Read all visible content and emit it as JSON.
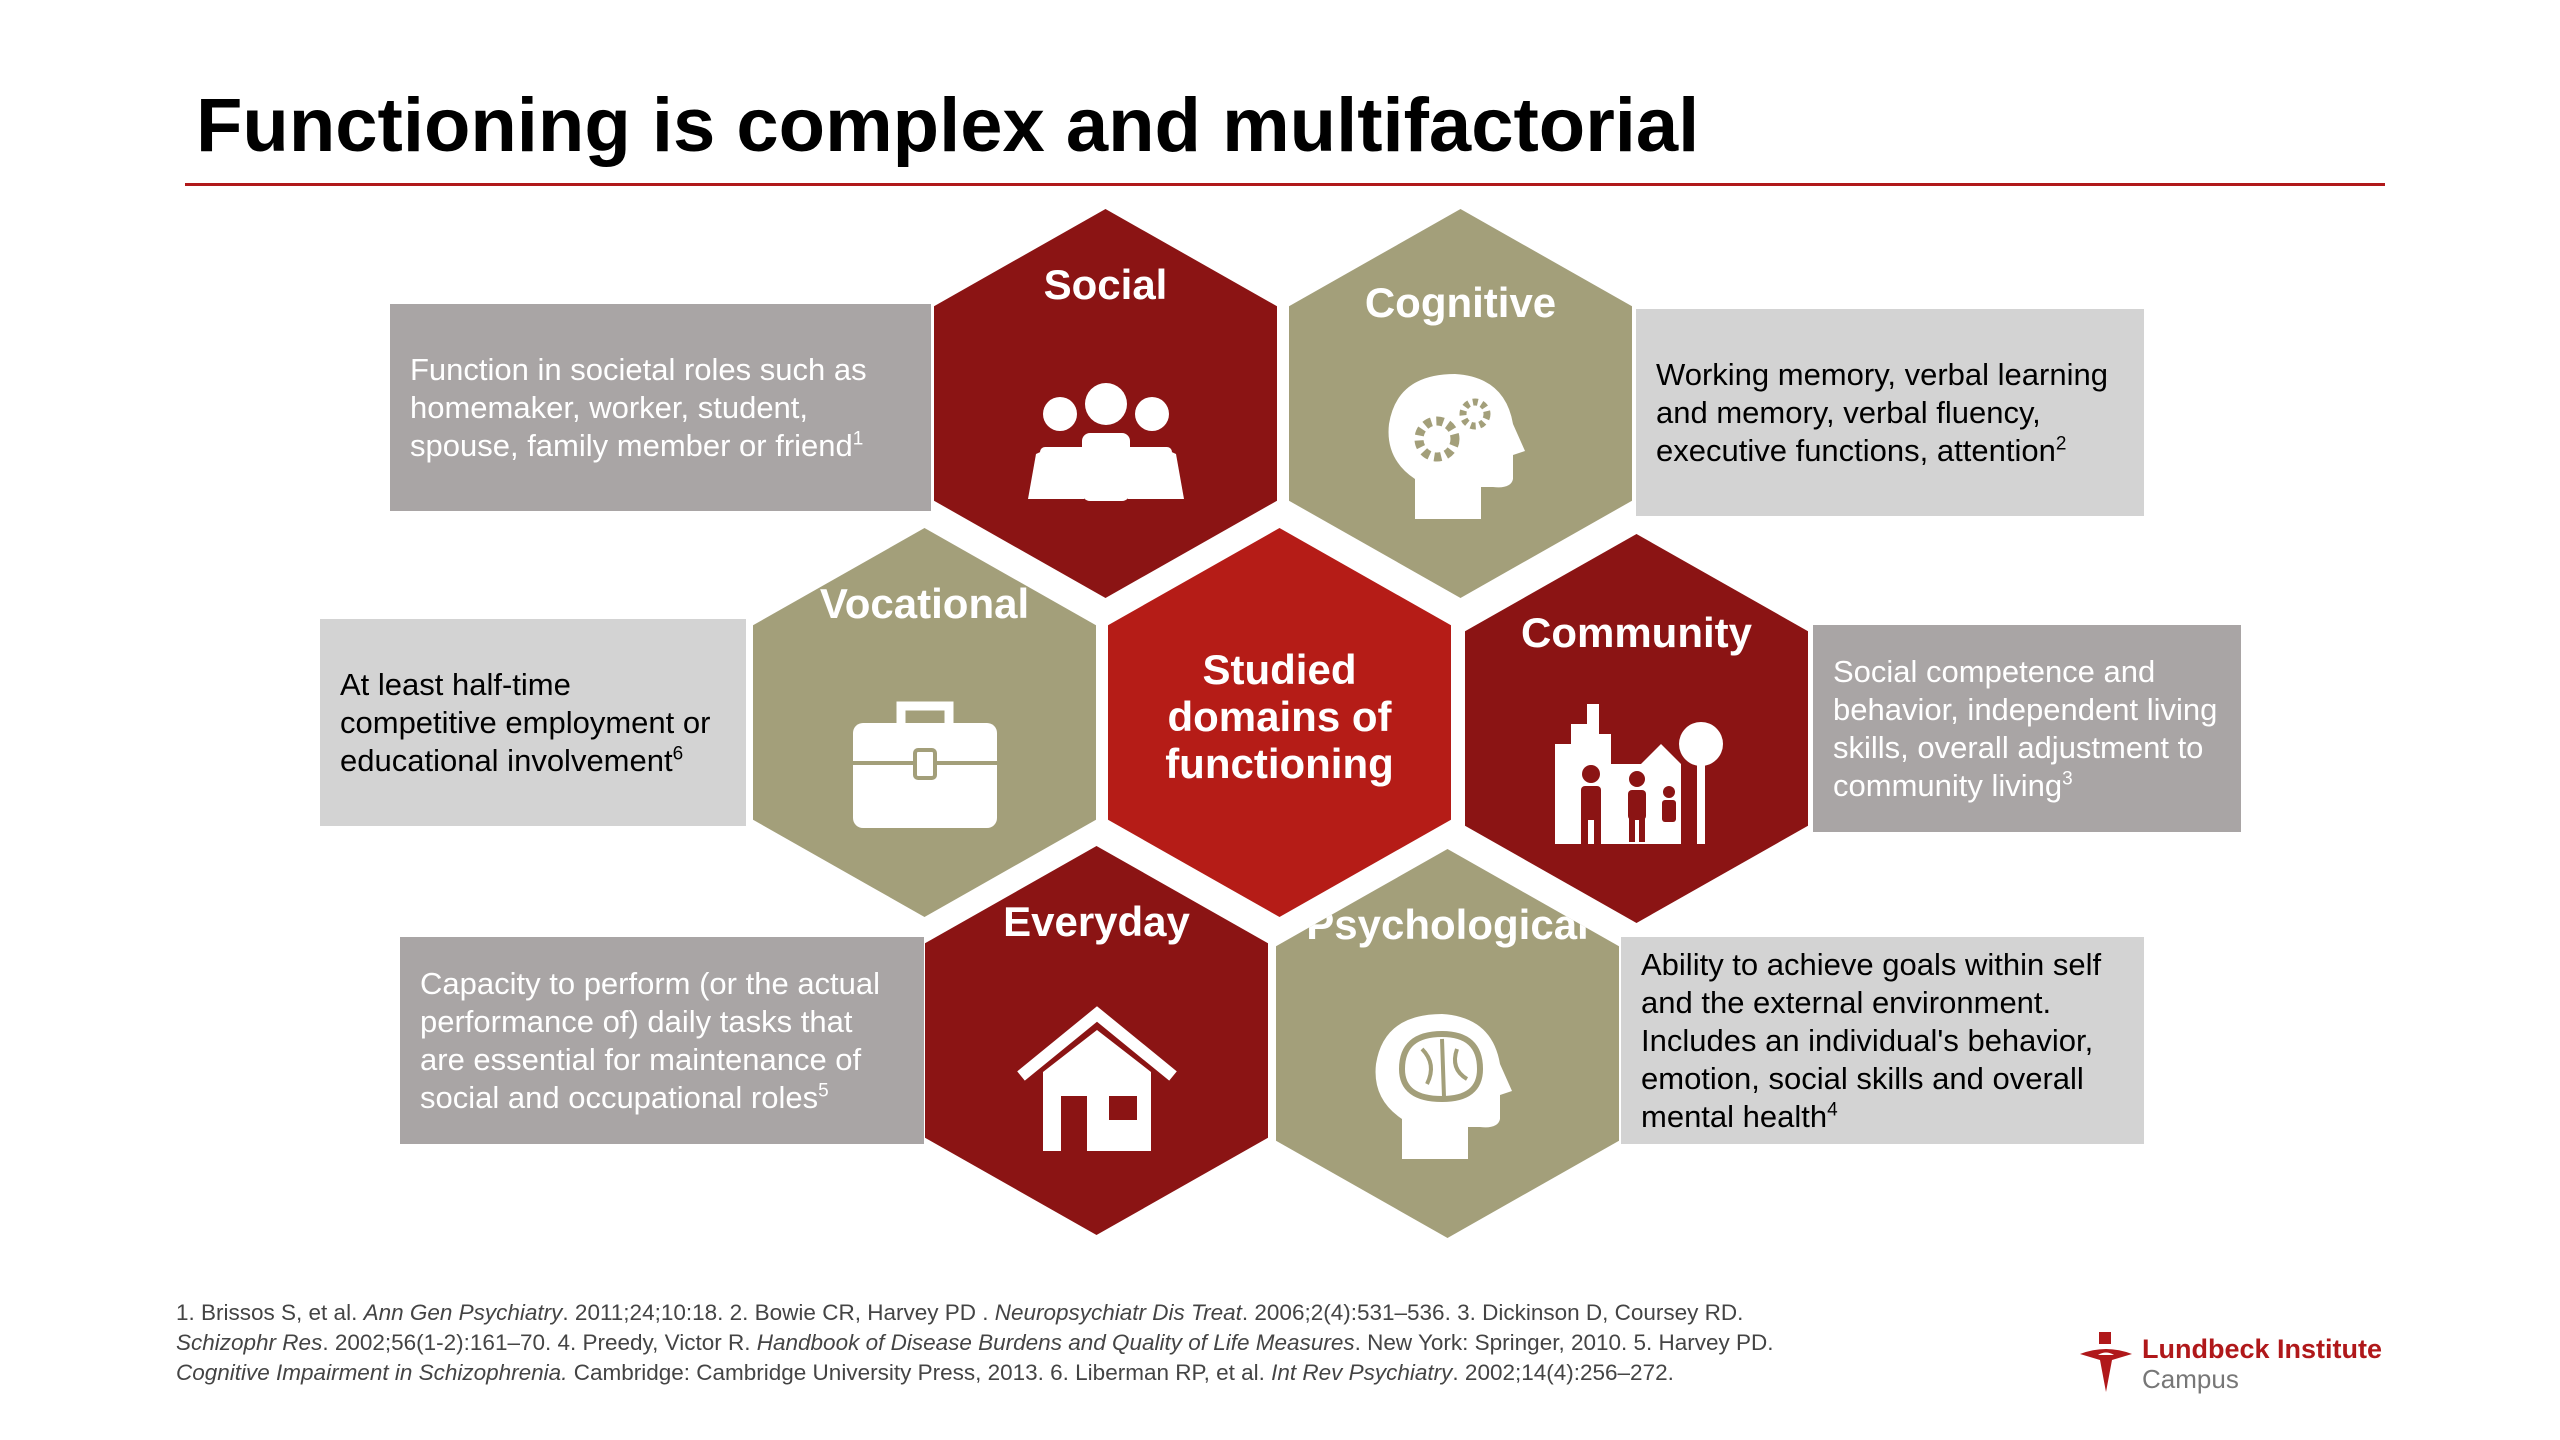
{
  "title": "Functioning is complex and multifactorial",
  "center": {
    "label_lines": [
      "Studied",
      "domains of",
      "functioning"
    ]
  },
  "domains": {
    "social": {
      "label": "Social",
      "desc": "Function in societal roles such as homemaker, worker, student, spouse, family member or friend",
      "ref": "1",
      "icon": "people-group-icon"
    },
    "cognitive": {
      "label": "Cognitive",
      "desc": "Working memory, verbal learning and memory, verbal fluency, executive functions, attention",
      "ref": "2",
      "icon": "head-gears-icon"
    },
    "vocational": {
      "label": "Vocational",
      "desc": "At least half-time competitive employment or educational involvement",
      "ref": "6",
      "icon": "briefcase-icon"
    },
    "community": {
      "label": "Community",
      "desc": "Social competence and behavior, independent living skills, overall adjustment to community living",
      "ref": "3",
      "icon": "family-city-icon"
    },
    "everyday": {
      "label": "Everyday",
      "desc": "Capacity to perform (or the actual performance of) daily tasks that are essential for maintenance of social and occupational roles",
      "ref": "5",
      "icon": "house-icon"
    },
    "psychological": {
      "label": "Psychological",
      "desc": "Ability to achieve goals within self and the external environment. Includes an individual's behavior, emotion, social skills and overall mental health",
      "ref": "4",
      "icon": "head-brain-icon"
    }
  },
  "footnotes": {
    "p1": "1. Brissos S, et al. ",
    "i1": "Ann Gen Psychiatry",
    "p2": ". 2011;24;10:18. 2. Bowie CR, Harvey PD . ",
    "i2": "Neuropsychiatr Dis Treat",
    "p3": ". 2006;2(4):531–536. 3. Dickinson D, Coursey RD.",
    "i3": "Schizophr Res",
    "p4": ". 2002;56(1-2):161–70. 4. Preedy, Victor R. ",
    "i4": "Handbook of Disease Burdens and Quality of Life Measures",
    "p5": ". New York: Springer, 2010. 5. Harvey PD.",
    "i5": "Cognitive Impairment in Schizophrenia.",
    "p6": " Cambridge: Cambridge University Press, 2013. 6. Liberman RP, et al. ",
    "i6": "Int Rev Psychiatry",
    "p7": ". 2002;14(4):256–272."
  },
  "logo": {
    "line1": "Lundbeck Institute",
    "line2": "Campus"
  },
  "colors": {
    "dark_red": "#8b1414",
    "olive": "#a39f7a",
    "center_red": "#b51c17",
    "accent": "#b0181a"
  }
}
